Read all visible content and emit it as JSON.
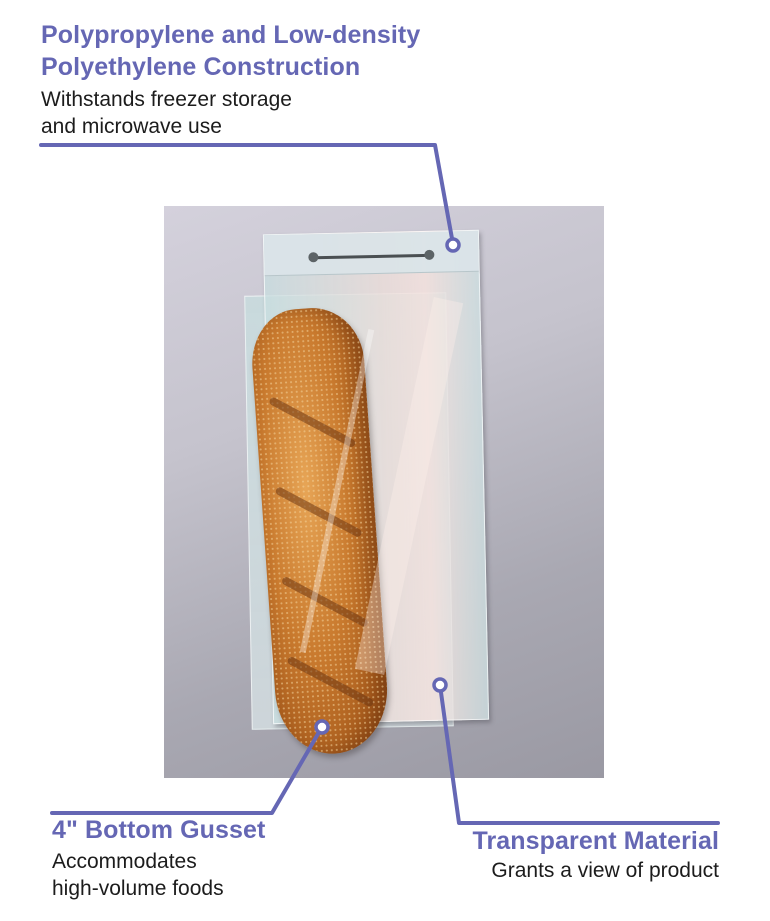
{
  "accent_color": "#6567b4",
  "callouts": {
    "construction": {
      "title_line1": "Polypropylene and Low-density",
      "title_line2": "Polyethylene Construction",
      "desc_line1": "Withstands freezer storage",
      "desc_line2": "and microwave use"
    },
    "gusset": {
      "title": "4\" Bottom Gusset",
      "desc_line1": "Accommodates",
      "desc_line2": "high-volume foods"
    },
    "transparent": {
      "title": "Transparent Material",
      "desc_line1": "Grants a view of product"
    }
  },
  "image": {
    "subject": "bread-bag-with-baguette"
  }
}
